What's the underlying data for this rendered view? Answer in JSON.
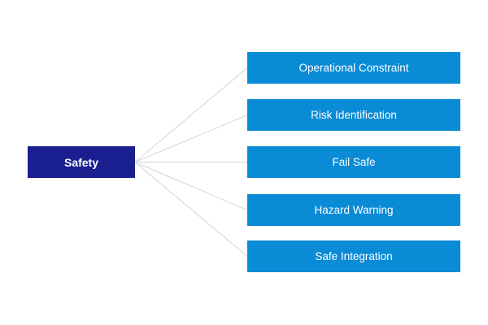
{
  "diagram": {
    "root": {
      "label": "Safety"
    },
    "children": [
      {
        "label": "Operational Constraint"
      },
      {
        "label": "Risk Identification"
      },
      {
        "label": "Fail Safe"
      },
      {
        "label": "Hazard Warning"
      },
      {
        "label": "Safe Integration"
      }
    ],
    "colors": {
      "root_fill": "#1a1f8f",
      "child_fill": "#0a8bd6",
      "connector": "#cfd6dd",
      "text": "#ffffff"
    }
  }
}
